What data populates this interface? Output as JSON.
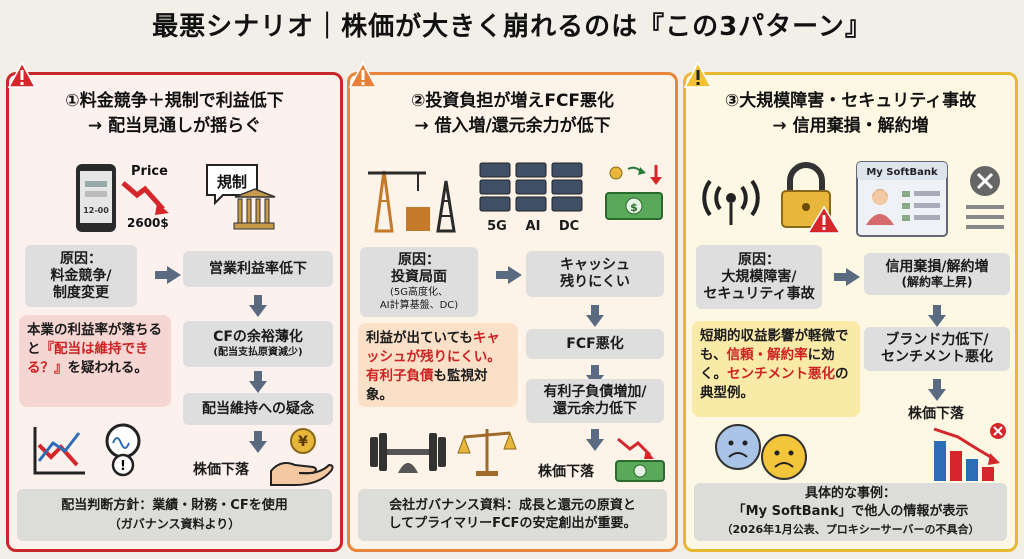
{
  "title": "最悪シナリオ｜株価が大きく崩れるのは『この3パターン』",
  "panels": [
    {
      "heading_1": "①料金競争＋規制で利益低下",
      "heading_2": "→ 配当見通しが揺らぐ",
      "icon_price": "Price",
      "icon_phone_amount": "12-00",
      "icon_price_value": "2600$",
      "icon_regulation": "規制",
      "cause_label": "原因：",
      "cause_text": "料金競争/\n制度変更",
      "flow": [
        "営業利益率低下",
        "CFの余裕薄化",
        "(配当支払原資減少)",
        "配当維持への疑念"
      ],
      "note": {
        "pre": "本業の利益率が落ちると",
        "red": "『配当は維持できる？』",
        "post": "を疑われる。"
      },
      "result": "株価下落",
      "footer_1": "配当判断方針：業績・財務・CFを使用",
      "footer_2": "（ガバナンス資料より）",
      "coin_symbol": "¥"
    },
    {
      "heading_1": "②投資負担が増えFCF悪化",
      "heading_2": "→ 借入増/還元余力が低下",
      "icon_labels": [
        "5G",
        "AI",
        "DC"
      ],
      "cause_label": "原因：",
      "cause_text": "投資局面",
      "cause_sub": "(5G高度化、\nAI計算基盤、DC)",
      "flow": [
        "キャッシュ\n残りにくい",
        "FCF悪化",
        "有利子負債増加/\n還元余力低下"
      ],
      "note": {
        "pre": "利益が出ていても",
        "red": "キャッシュが残りにくい。有利子負債",
        "post": "も監視対象。"
      },
      "result": "株価下落",
      "footer_1": "会社ガバナンス資料：成長と還元の原資と",
      "footer_2": "してプライマリーFCFの安定創出が重要。",
      "bill_symbol": "$"
    },
    {
      "heading_1": "③大規模障害・セキュリティ事故",
      "heading_2": "→ 信用棄損・解約増",
      "icon_card": "My SoftBank",
      "cause_label": "原因：",
      "cause_text": "大規模障害/\nセキュリティ事故",
      "flow": [
        "信用棄損/解約増",
        "(解約率上昇)",
        "ブランド力低下/\nセンチメント悪化",
        "株価下落"
      ],
      "note": {
        "pre": "短期的収益影響が軽微でも、",
        "red": "信頼・解約率",
        "mid": "に効く。",
        "red2": "センチメント悪化",
        "post": "の典型例。"
      },
      "footer_1": "具体的な事例：",
      "footer_2": "「My SoftBank」で他人の情報が表示",
      "footer_3": "（2026年1月公表、プロキシーサーバーの不具合）"
    }
  ],
  "colors": {
    "panel1": "#c8272c",
    "panel2": "#e8873a",
    "panel3": "#e8b830",
    "red_text": "#cc2222",
    "arrow": "#5a6a80"
  }
}
